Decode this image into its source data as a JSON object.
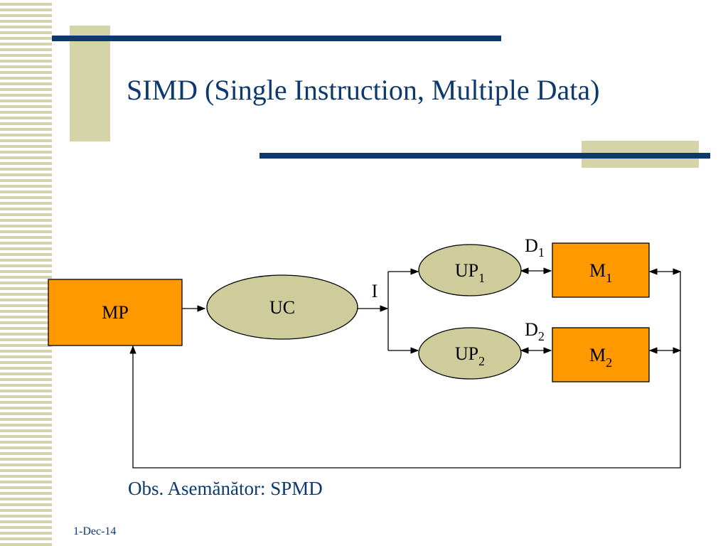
{
  "slide": {
    "title": "SIMD (Single Instruction, Multiple Data)",
    "note": "Obs. Asemănător: SPMD",
    "date": "1-Dec-14"
  },
  "colors": {
    "navy": "#0d3a6e",
    "khaki": "#d5d4a9",
    "box_fill": "#ff9900",
    "ellipse_fill": "#cfcc9b"
  },
  "diagram": {
    "nodes": {
      "mp": {
        "label": "MP"
      },
      "uc": {
        "label": "UC"
      },
      "up1": {
        "label": "UP",
        "sub": "1"
      },
      "up2": {
        "label": "UP",
        "sub": "2"
      },
      "m1": {
        "label": "M",
        "sub": "1"
      },
      "m2": {
        "label": "M",
        "sub": "2"
      }
    },
    "labels": {
      "i": {
        "label": "I"
      },
      "d1": {
        "label": "D",
        "sub": "1"
      },
      "d2": {
        "label": "D",
        "sub": "2"
      }
    }
  }
}
